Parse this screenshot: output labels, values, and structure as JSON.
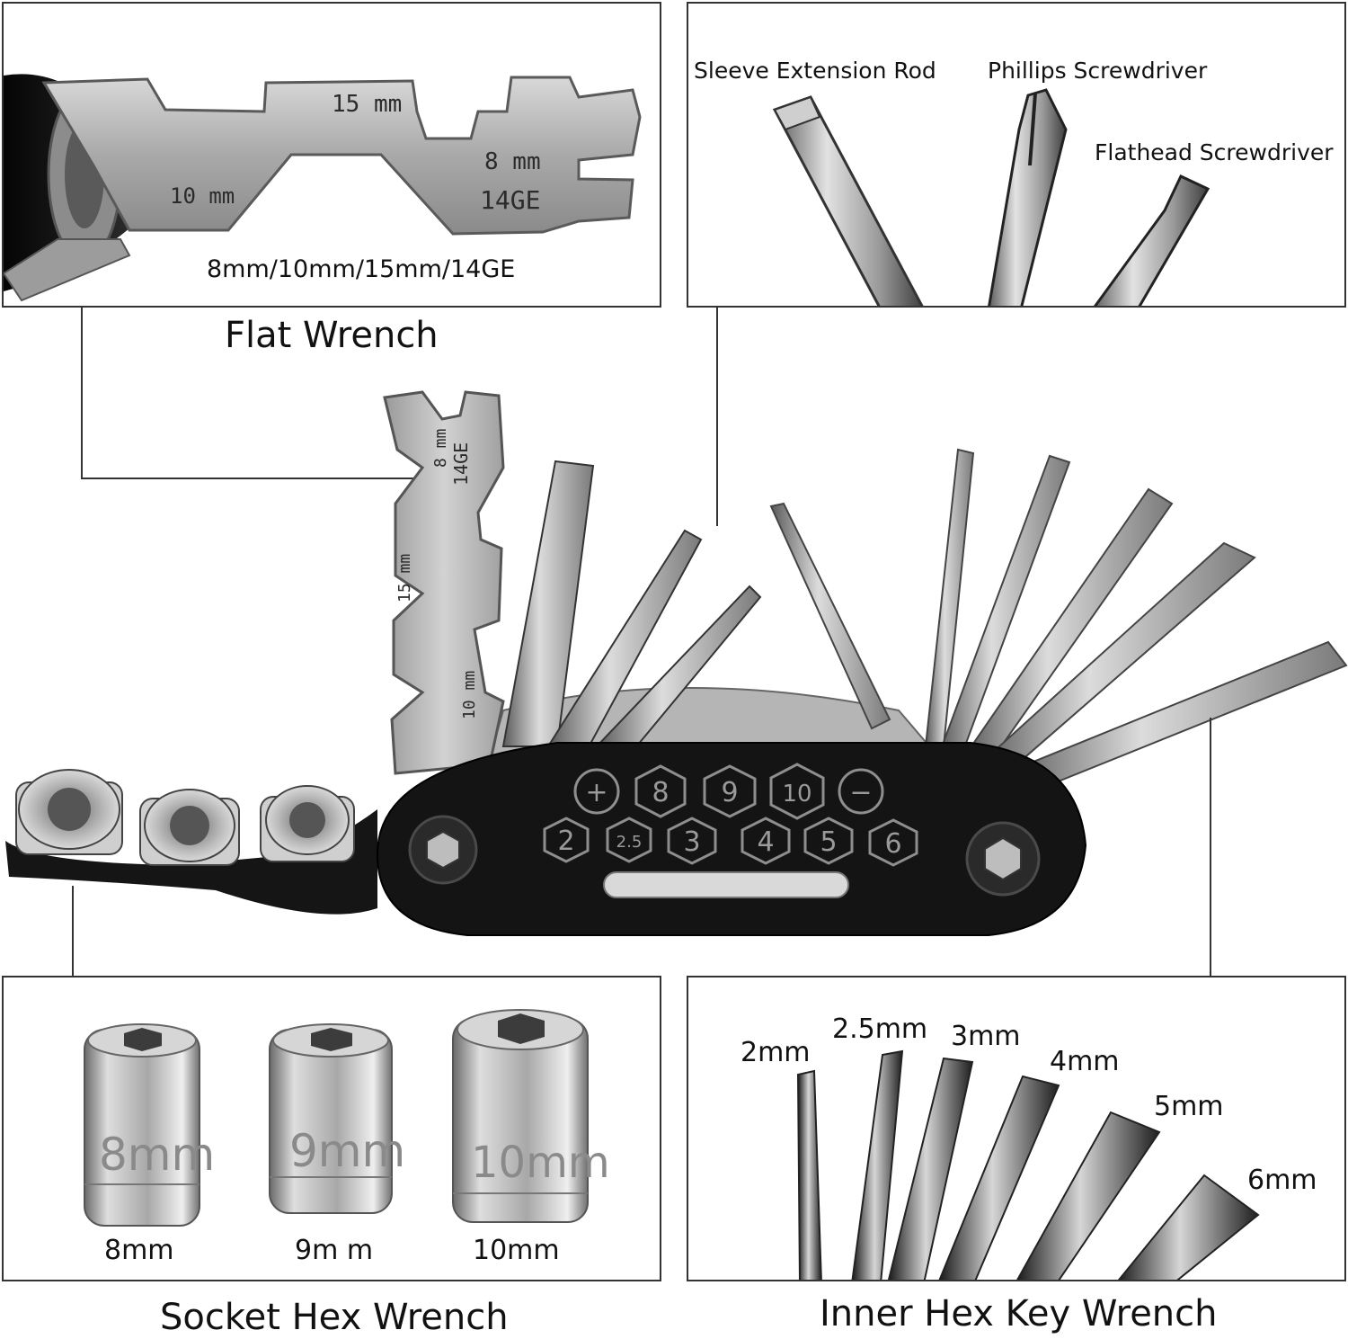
{
  "flat_wrench": {
    "title": "Flat Wrench",
    "sizes": "8mm/10mm/15mm/14GE",
    "engraved": [
      "15 mm",
      "8 mm",
      "14GE",
      "10 mm"
    ]
  },
  "screwdrivers": {
    "sleeve": "Sleeve Extension Rod",
    "phillips": "Phillips Screwdriver",
    "flathead": "Flathead Screwdriver"
  },
  "tool_body": {
    "top_row": [
      "+",
      "8",
      "9",
      "10",
      "−"
    ],
    "bottom_row": [
      "2",
      "2.5",
      "3",
      "4",
      "5",
      "6"
    ],
    "wrench_marks": [
      "8 mm",
      "14GE",
      "15 mm",
      "10 mm"
    ]
  },
  "sockets": {
    "title": "Socket Hex Wrench",
    "items": [
      {
        "engraved": "8mm",
        "label": "8mm"
      },
      {
        "engraved": "9mm",
        "label": "9m m"
      },
      {
        "engraved": "10mm",
        "label": "10mm"
      }
    ]
  },
  "hex_keys": {
    "title": "Inner Hex Key Wrench",
    "sizes": [
      "2mm",
      "2.5mm",
      "3mm",
      "4mm",
      "5mm",
      "6mm"
    ]
  },
  "colors": {
    "steel": "#b9b9b9",
    "steel_dark": "#6e6e6e",
    "body_black": "#1a1a1a",
    "border": "#333333"
  }
}
